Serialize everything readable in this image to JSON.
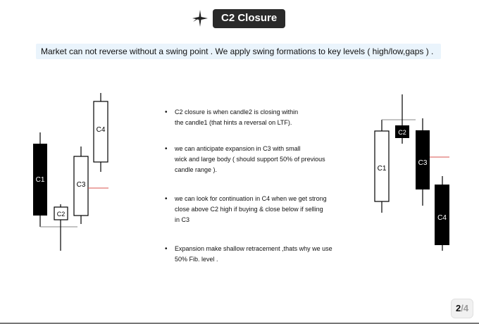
{
  "title": "C2 Closure",
  "banner_text": "Market can not reverse without a swing point  . We apply swing formations to key levels ( high/low,gaps ) .",
  "notes": [
    "C2 closure is when candle2 is closing within\n  the candle1 (that hints a reversal on LTF).",
    "we can anticipate  expansion in C3 with small\nwick and large body ( should support 50% of previous\ncandle range ).",
    "we can look for continuation in C4 when we get strong\n close above  C2 high if buying & close below if selling\nin C3",
    "Expansion make shallow retracement ,thats why we use\n50% Fib. level ."
  ],
  "left_diagram": {
    "labels": [
      "C1",
      "C2",
      "C3",
      "C4"
    ]
  },
  "right_diagram": {
    "labels": [
      "C1",
      "C2",
      "C3",
      "C4"
    ]
  },
  "accent_color": "#d9534f",
  "page": {
    "current": "2",
    "separator": "/",
    "total": "4"
  }
}
